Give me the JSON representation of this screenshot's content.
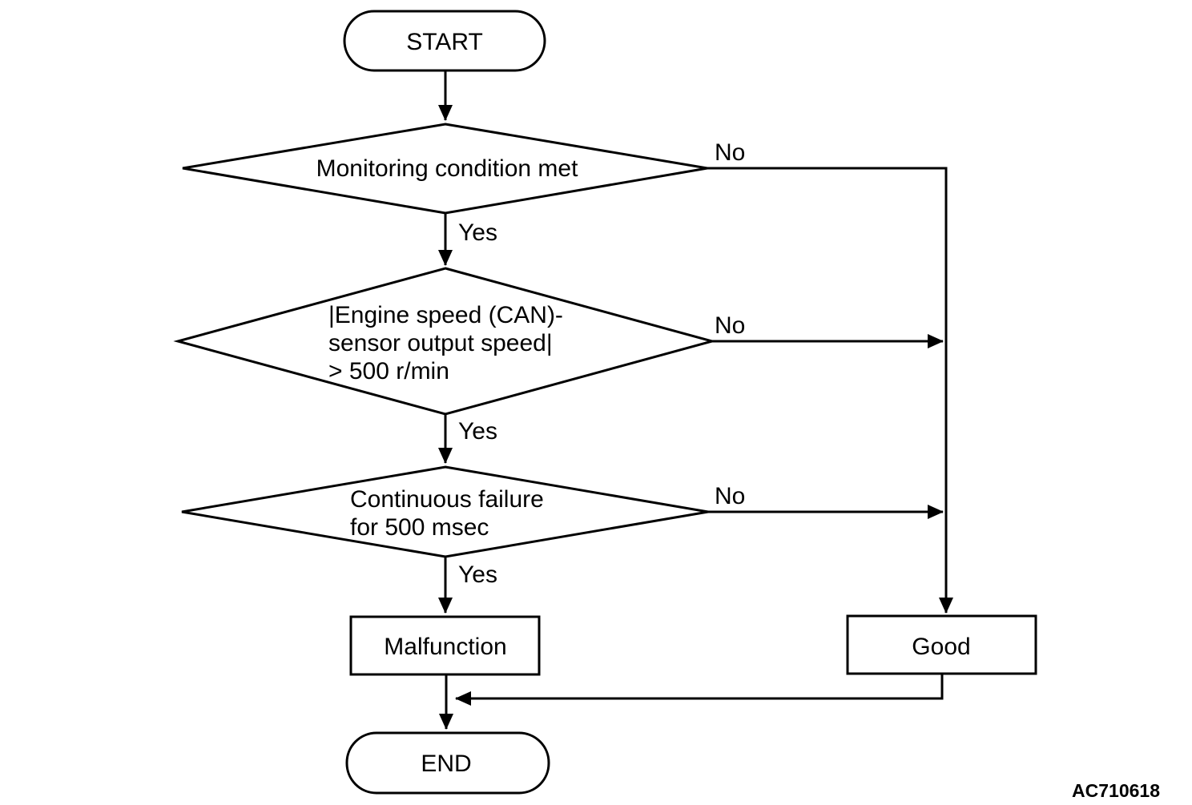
{
  "figure_code": "AC710618",
  "flowchart": {
    "nodes": {
      "start": {
        "label": "START"
      },
      "monitoring": {
        "label": "Monitoring condition met"
      },
      "engine_speed": {
        "line1": "|Engine speed (CAN)-",
        "line2": "sensor output speed|",
        "line3": "> 500 r/min"
      },
      "continuous_failure": {
        "line1": "Continuous failure",
        "line2": "for 500 msec"
      },
      "malfunction": {
        "label": "Malfunction"
      },
      "good": {
        "label": "Good"
      },
      "end": {
        "label": "END"
      }
    },
    "branches": {
      "monitoring_yes": "Yes",
      "monitoring_no": "No",
      "engine_speed_yes": "Yes",
      "engine_speed_no": "No",
      "continuous_failure_yes": "Yes",
      "continuous_failure_no": "No"
    },
    "colors": {
      "line": "#000000",
      "text": "#000000",
      "background": "#ffffff"
    }
  }
}
